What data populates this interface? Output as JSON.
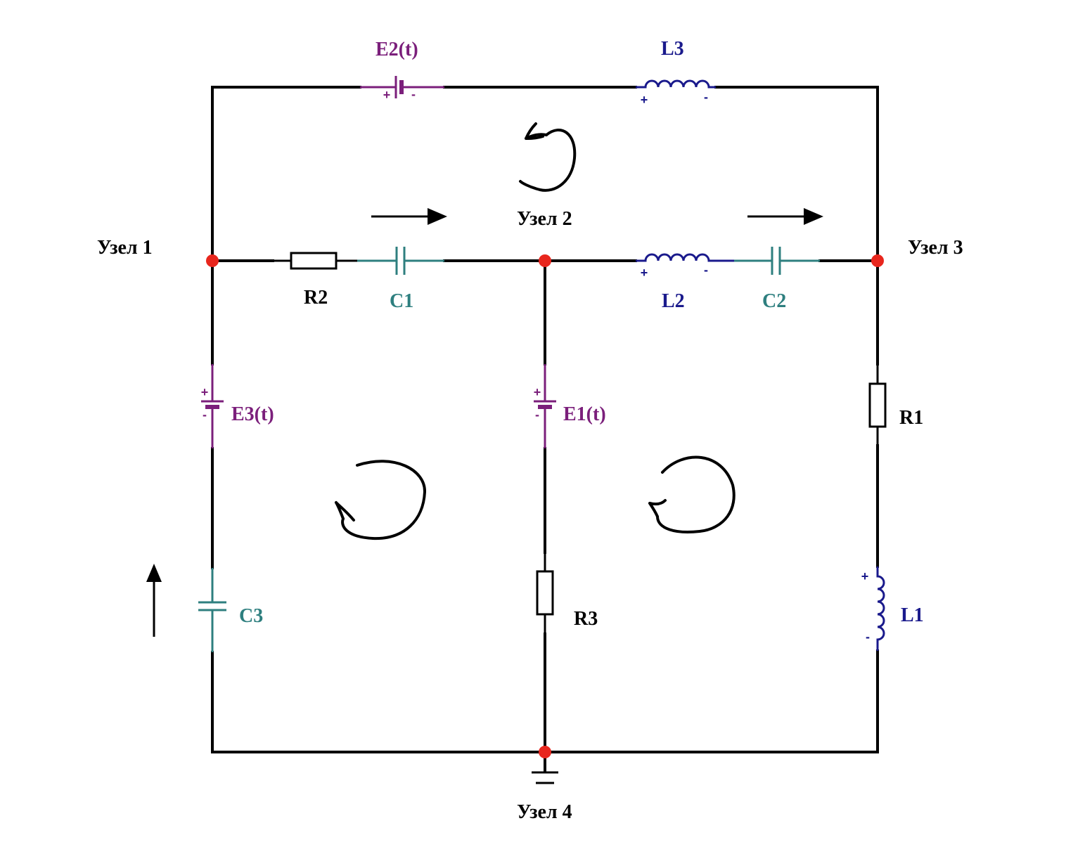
{
  "nodes": {
    "n1": "Узел 1",
    "n2": "Узел 2",
    "n3": "Узел 3",
    "n4": "Узел 4"
  },
  "components": {
    "E1": "E1(t)",
    "E2": "E2(t)",
    "E3": "E3(t)",
    "R1": "R1",
    "R2": "R2",
    "R3": "R3",
    "L1": "L1",
    "L2": "L2",
    "L3": "L3",
    "C1": "C1",
    "C2": "C2",
    "C3": "C3"
  },
  "polarity": {
    "plus": "+",
    "minus": "-"
  },
  "colors": {
    "wire": "#000000",
    "source": "#7b1f7b",
    "inductor": "#1a1a8c",
    "capacitor": "#2e7f7f",
    "resistor": "#000000",
    "node": "#e8261d"
  }
}
